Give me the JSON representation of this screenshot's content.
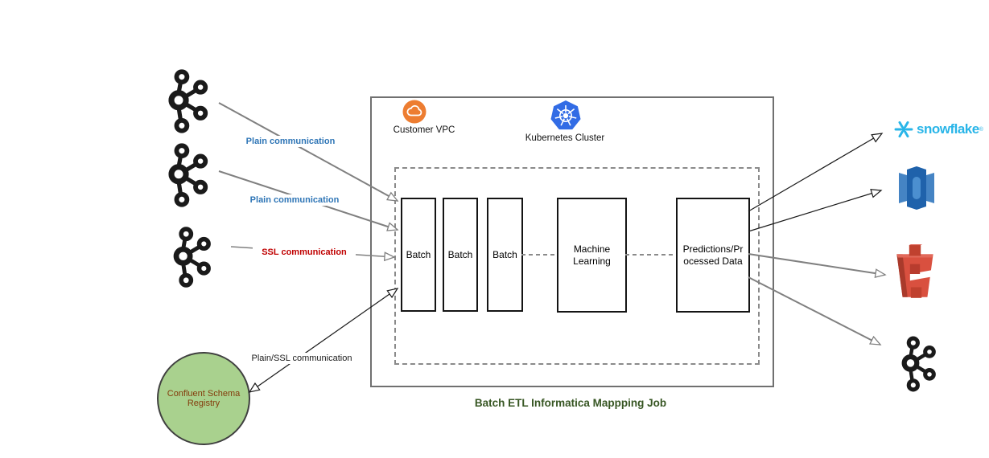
{
  "title": "Batch ETL Informatica Mappping Job",
  "colors": {
    "label-blue": "#2e75b6",
    "label-red": "#c00000",
    "title-green": "#375623",
    "registry-fill": "#a9d18e",
    "registry-stroke": "#404040",
    "registry-text": "#843c0c",
    "vpc-orange": "#ed7d31",
    "k8s-blue": "#326ce5",
    "snowflake-blue": "#29b5e8",
    "redshift-blue": "#2266ad",
    "s3-red": "#d9503f",
    "line-gray": "#808080",
    "line-black": "#1a1a1a"
  },
  "icons": {
    "source1": "kafka-icon",
    "source2": "kafka-icon",
    "source3": "kafka-icon",
    "registry": "circle-node",
    "vpc": "cloud-icon",
    "k8s": "kubernetes-wheel-icon",
    "dest1": "snowflake-icon",
    "dest2": "redshift-icon",
    "dest3": "s3-bucket-icon",
    "dest4": "kafka-icon"
  },
  "connections": {
    "plain1": "Plain communication",
    "plain2": "Plain communication",
    "ssl": "SSL communication",
    "plain_ssl": "Plain/SSL communication"
  },
  "registry": {
    "label": "Confluent Schema Registry"
  },
  "cluster": {
    "vpc_label": "Customer VPC",
    "k8s_label": "Kubernetes Cluster",
    "batches": [
      "Batch",
      "Batch",
      "Batch"
    ],
    "ml_label": "Machine Learning",
    "predictions_line1": "Predictions/Pr",
    "predictions_line2": "ocessed Data"
  },
  "destinations": {
    "snowflake_text": "snowflake",
    "snowflake_reg": "®"
  }
}
